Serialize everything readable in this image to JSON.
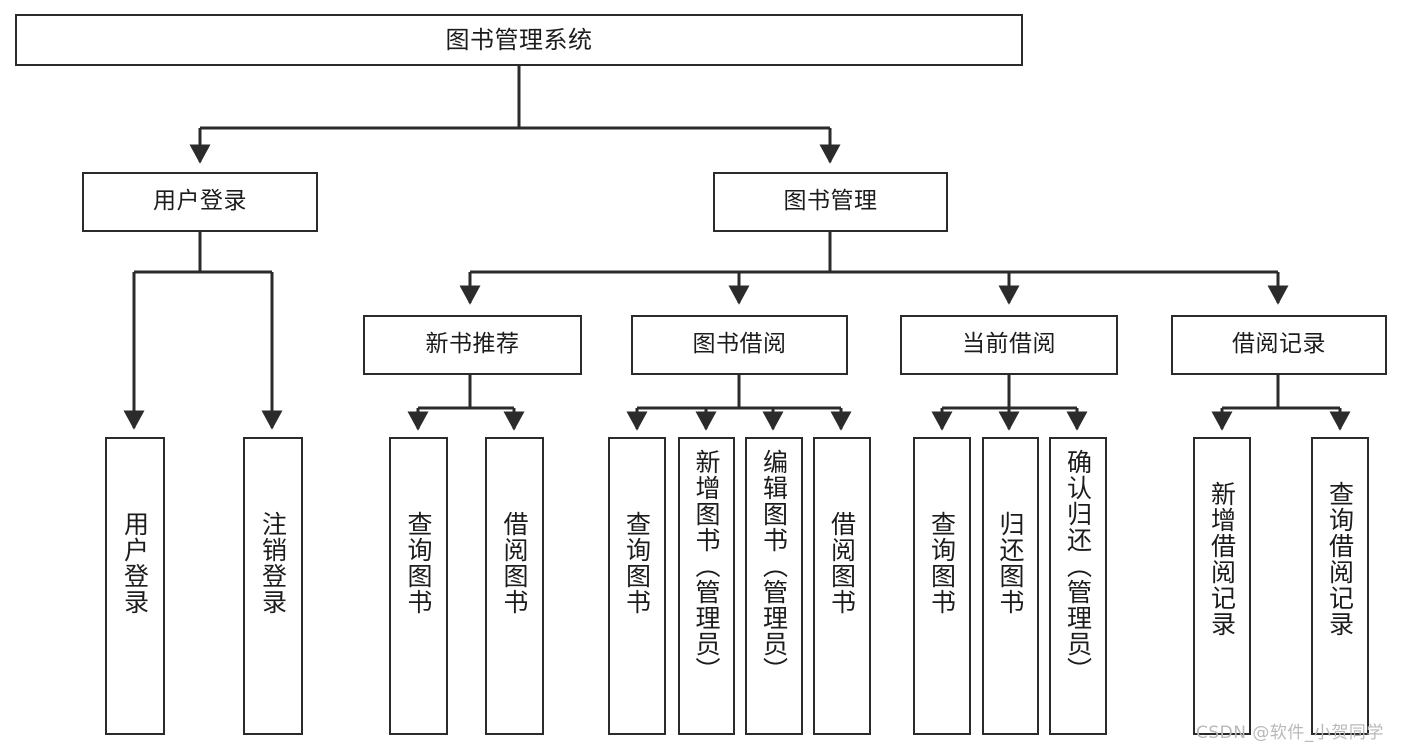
{
  "diagram": {
    "title": "图书管理系统",
    "type": "功能结构图",
    "stroke_color": "#2b2b2b",
    "fill_color": "#ffffff",
    "text_color": "#1c1c1c",
    "watermark": "CSDN @软件_小贺同学",
    "nodes": {
      "root": {
        "label": "图书管理系统"
      },
      "level2": [
        {
          "id": "user_login",
          "label": "用户登录"
        },
        {
          "id": "book_manage",
          "label": "图书管理"
        }
      ],
      "level3": [
        {
          "id": "new_book_rec",
          "label": "新书推荐"
        },
        {
          "id": "book_borrow",
          "label": "图书借阅"
        },
        {
          "id": "current_borrow",
          "label": "当前借阅"
        },
        {
          "id": "borrow_record",
          "label": "借阅记录"
        }
      ],
      "leaves": {
        "user_login": [
          {
            "id": "leaf_user_login",
            "label": "用户登录"
          },
          {
            "id": "leaf_user_logout",
            "label": "注销登录"
          }
        ],
        "new_book_rec": [
          {
            "id": "leaf_query_book_1",
            "label": "查询图书"
          },
          {
            "id": "leaf_borrow_book_1",
            "label": "借阅图书"
          }
        ],
        "book_borrow": [
          {
            "id": "leaf_query_book_2",
            "label": "查询图书"
          },
          {
            "id": "leaf_add_book",
            "label": "新增图书（管理员）"
          },
          {
            "id": "leaf_edit_book",
            "label": "编辑图书（管理员）"
          },
          {
            "id": "leaf_borrow_book_2",
            "label": "借阅图书"
          }
        ],
        "current_borrow": [
          {
            "id": "leaf_query_book_3",
            "label": "查询图书"
          },
          {
            "id": "leaf_return_book",
            "label": "归还图书"
          },
          {
            "id": "leaf_confirm_return",
            "label": "确认归还（管理员）"
          }
        ],
        "borrow_record": [
          {
            "id": "leaf_add_record",
            "label": "新增借阅记录"
          },
          {
            "id": "leaf_query_record",
            "label": "查询借阅记录"
          }
        ]
      }
    }
  }
}
